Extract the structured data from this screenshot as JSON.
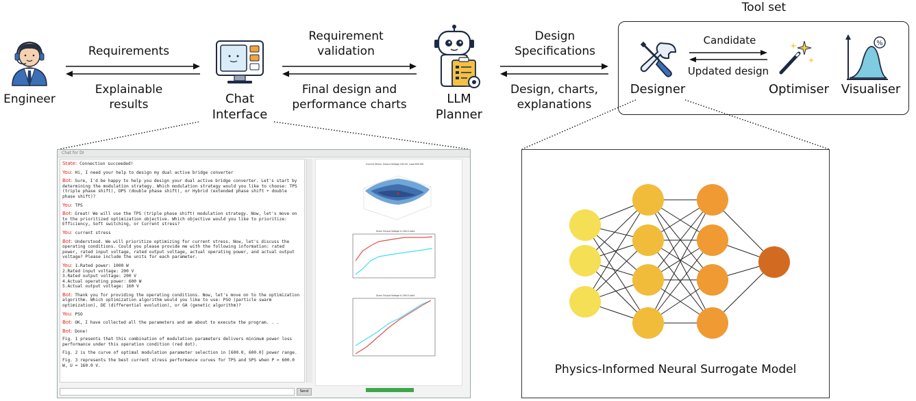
{
  "labels": {
    "engineer": "Engineer",
    "chat_interface_1": "Chat",
    "chat_interface_2": "Interface",
    "llm_planner_1": "LLM",
    "llm_planner_2": "Planner",
    "requirements": "Requirements",
    "explainable_1": "Explainable",
    "explainable_2": "results",
    "req_validation_1": "Requirement",
    "req_validation_2": "validation",
    "final_design_1": "Final design and",
    "final_design_2": "performance charts",
    "design_spec_1": "Design",
    "design_spec_2": "Specifications",
    "design_charts_1": "Design, charts,",
    "design_charts_2": "explanations",
    "tool_set": "Tool set",
    "candidate": "Candidate",
    "updated_design": "Updated design",
    "designer": "Designer",
    "optimiser": "Optimiser",
    "visualiser": "Visualiser",
    "nn_caption": "Physics-Informed Neural Surrogate Model"
  },
  "chat": {
    "window_title": "Chat for DI",
    "send": "Send",
    "messages": [
      {
        "role": "State:",
        "text": " Connection succeeded!"
      },
      {
        "role": "You:",
        "text": " Hi, I need your help to design my dual active bridge converter"
      },
      {
        "role": "Bot:",
        "text": " Sure, I'd be happy to help you design your dual active bridge converter. Let's start by determining the modulation strategy. Which modulation strategy would you like to choose: TPS (triple phase shift), DPS (double phase shift), or Hybrid (extended phase shift + double phase shift)?"
      },
      {
        "role": "You:",
        "text": " TPS"
      },
      {
        "role": "Bot:",
        "text": " Great! We will use the TPS (triple phase shift) modulation strategy. Now, let's move on to the prioritized optimization objective. Which objective would you like to prioritize: Efficiency, Soft switching, or Current stress?"
      },
      {
        "role": "You:",
        "text": " current stress"
      },
      {
        "role": "Bot:",
        "text": " Understood. We will prioritize optimizing for current stress. Now, let's discuss the operating conditions. Could you please provide me with the following information: rated power, rated input voltage, rated output voltage, actual operating power, and actual output voltage? Please include the units for each parameter."
      },
      {
        "role": "You:",
        "text": " 1.Rated power: 1000 W\n2.Rated input voltage: 200 V\n3.Rated output voltage: 200 V\n4.Actual operating power: 600 W\n5.Actual output voltage: 160 V"
      },
      {
        "role": "Bot:",
        "text": " Thank you for providing the operating conditions. Now, let's move on to the optimization algorithm. Which optimization algorithm would you like to use: PSO (particle swarm optimization), DE (differential evolution), or GA (genetic algorithm)?"
      },
      {
        "role": "You:",
        "text": " PSO"
      },
      {
        "role": "Bot:",
        "text": " OK, I have collected all the parameters and am about to execute the program. . ."
      },
      {
        "role": "Bot:",
        "text": " Done!"
      },
      {
        "role": "",
        "text": "Fig. 1 presents that this combination of modulation parameters delivers minimum power loss performance under this operation condition (red dot)."
      },
      {
        "role": "",
        "text": "Fig. 2 is the curve of optimal modulation parameter selection in [600.0, 600.0] power range."
      },
      {
        "role": "",
        "text": "Fig. 3 represents the best current stress performance curves for TPS and SPS when P = 600.0 W, U = 160.0 V."
      }
    ]
  },
  "plots": {
    "plot1_title": "Current Stress: Output Voltage 160.0V, Load 600.0W",
    "plot2_title": "Given Output Voltage is 160.0 volts",
    "plot3_title": "Given Output Voltage is 160.0 volts"
  },
  "colors": {
    "red_role": "#e0201b",
    "node_yellow": "#f4df55",
    "node_gold": "#f0bc3a",
    "node_orange": "#ef9a33",
    "node_dark": "#d36a21"
  }
}
